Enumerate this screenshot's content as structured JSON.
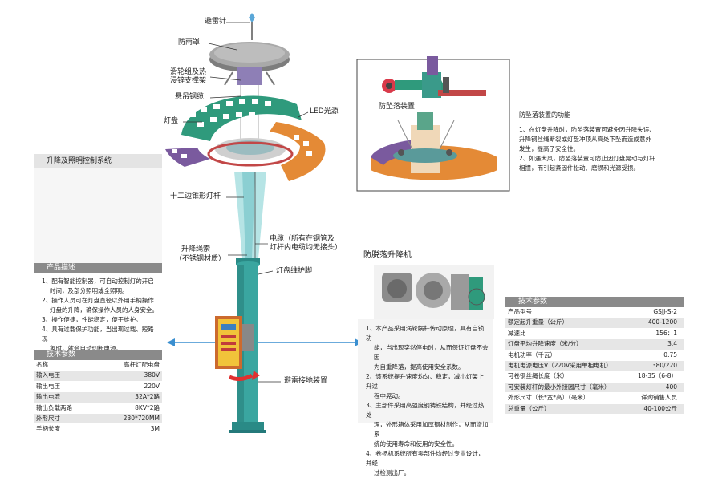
{
  "labels": {
    "lightning_rod": "避雷针",
    "rain_cover": "防雨罩",
    "pulley": "滑轮组及热",
    "pulley2": "浸锌支撑架",
    "cable": "悬吊钢缆",
    "lamp_disc": "灯盘",
    "led": "LED光源",
    "pole": "十二边锥形灯杆",
    "rope": "升降绳索",
    "rope2": "（不锈钢材质）",
    "wire": "电缆（所有在钢管及",
    "wire2": "灯杆内电缆均无接头）",
    "maint": "灯盘维护脚",
    "ground": "避雷接地装置",
    "anti_fall_small": "防坠落装置",
    "winch_title": "防脱落升降机",
    "control_title": "升降及照明控制系统"
  },
  "anti_fall": {
    "title": "防坠落装置的功能",
    "lines": [
      "1、在灯盘升降时，防坠落装置可避免因升降失误、",
      "升降钢丝绳断裂或灯盘冲顶从高处下坠而造成意外",
      "发生，提高了安全性。",
      "2、如遇大风，防坠落装置可防止因灯盘晃动与灯杆",
      "相撞，而引起紧固件松动、磨损和光源受损。"
    ]
  },
  "product_desc": {
    "header": "产品描述",
    "lines": [
      "1、配有智能控制器，可自动控制灯的开启",
      "时间，及部分照明或全照明。",
      "2、操作人员可在灯盘直径以外用手柄操作",
      "灯盘的升降，确保操作人员的人身安全。",
      "3、操作便捷，性能稳定，便于维护。",
      "4、具有过载保护功能，当出现过载、短路现",
      "象时，就会自动切断电源。"
    ]
  },
  "left_spec": {
    "header": "技术参数",
    "rows": [
      [
        "名称",
        "高杆灯配电盘"
      ],
      [
        "输入电压",
        "380V"
      ],
      [
        "输出电压",
        "220V"
      ],
      [
        "输出电流",
        "32A*2路"
      ],
      [
        "输出负载两路",
        "8KV*2路"
      ],
      [
        "外形尺寸",
        "230*720MM"
      ],
      [
        "手柄长度",
        "3M"
      ]
    ]
  },
  "winch": {
    "lines": [
      "1、本产品采用涡轮蜗杆传动原理，具有自锁功",
      "能，当出现突然停电时，从而保证灯盘不会因",
      "为自重降落，提高使用安全系数。",
      "2、该系统提升速度均匀、稳定，减小灯架上升过",
      "程中晃动。",
      "3、主部件采用高强度钢铸铁结构，并经过热处",
      "理，外形箱体采用加厚钢材制作，从而增加系",
      "统的使用寿命和使用的安全性。",
      "4、卷扬机系统所有零部件均经过专业设计，并经",
      "过检测出厂。"
    ]
  },
  "right_spec": {
    "header": "技术参数",
    "rows": [
      [
        "产品型号",
        "GSJJ-S-2"
      ],
      [
        "额定起升重量（公斤）",
        "400-1200"
      ],
      [
        "减速比",
        "156：1"
      ],
      [
        "灯盘平均升降速度（米/分）",
        "3.4"
      ],
      [
        "电机功率（千瓦）",
        "0.75"
      ],
      [
        "电机电源电压V（220V采用单相电机）",
        "380/220"
      ],
      [
        "可卷钢丝绳长度（米）",
        "18-35（6-8）"
      ],
      [
        "可安装灯杆的最小外接圆尺寸（毫米）",
        "400"
      ],
      [
        "外形尺寸（长*宽*高）（毫米）",
        "详询销售人员"
      ],
      [
        "总重量（公斤）",
        "40-100公斤"
      ]
    ]
  },
  "colors": {
    "teal": "#3aa6a0",
    "pole_light": "#a9dfe0",
    "disc_green": "#2f9a7c",
    "disc_orange": "#e48a36",
    "disc_purple": "#7a5a9e",
    "header_gray": "#8a8a8a",
    "arrow_blue": "#3a8fd0",
    "arrow_red": "#e03030"
  }
}
